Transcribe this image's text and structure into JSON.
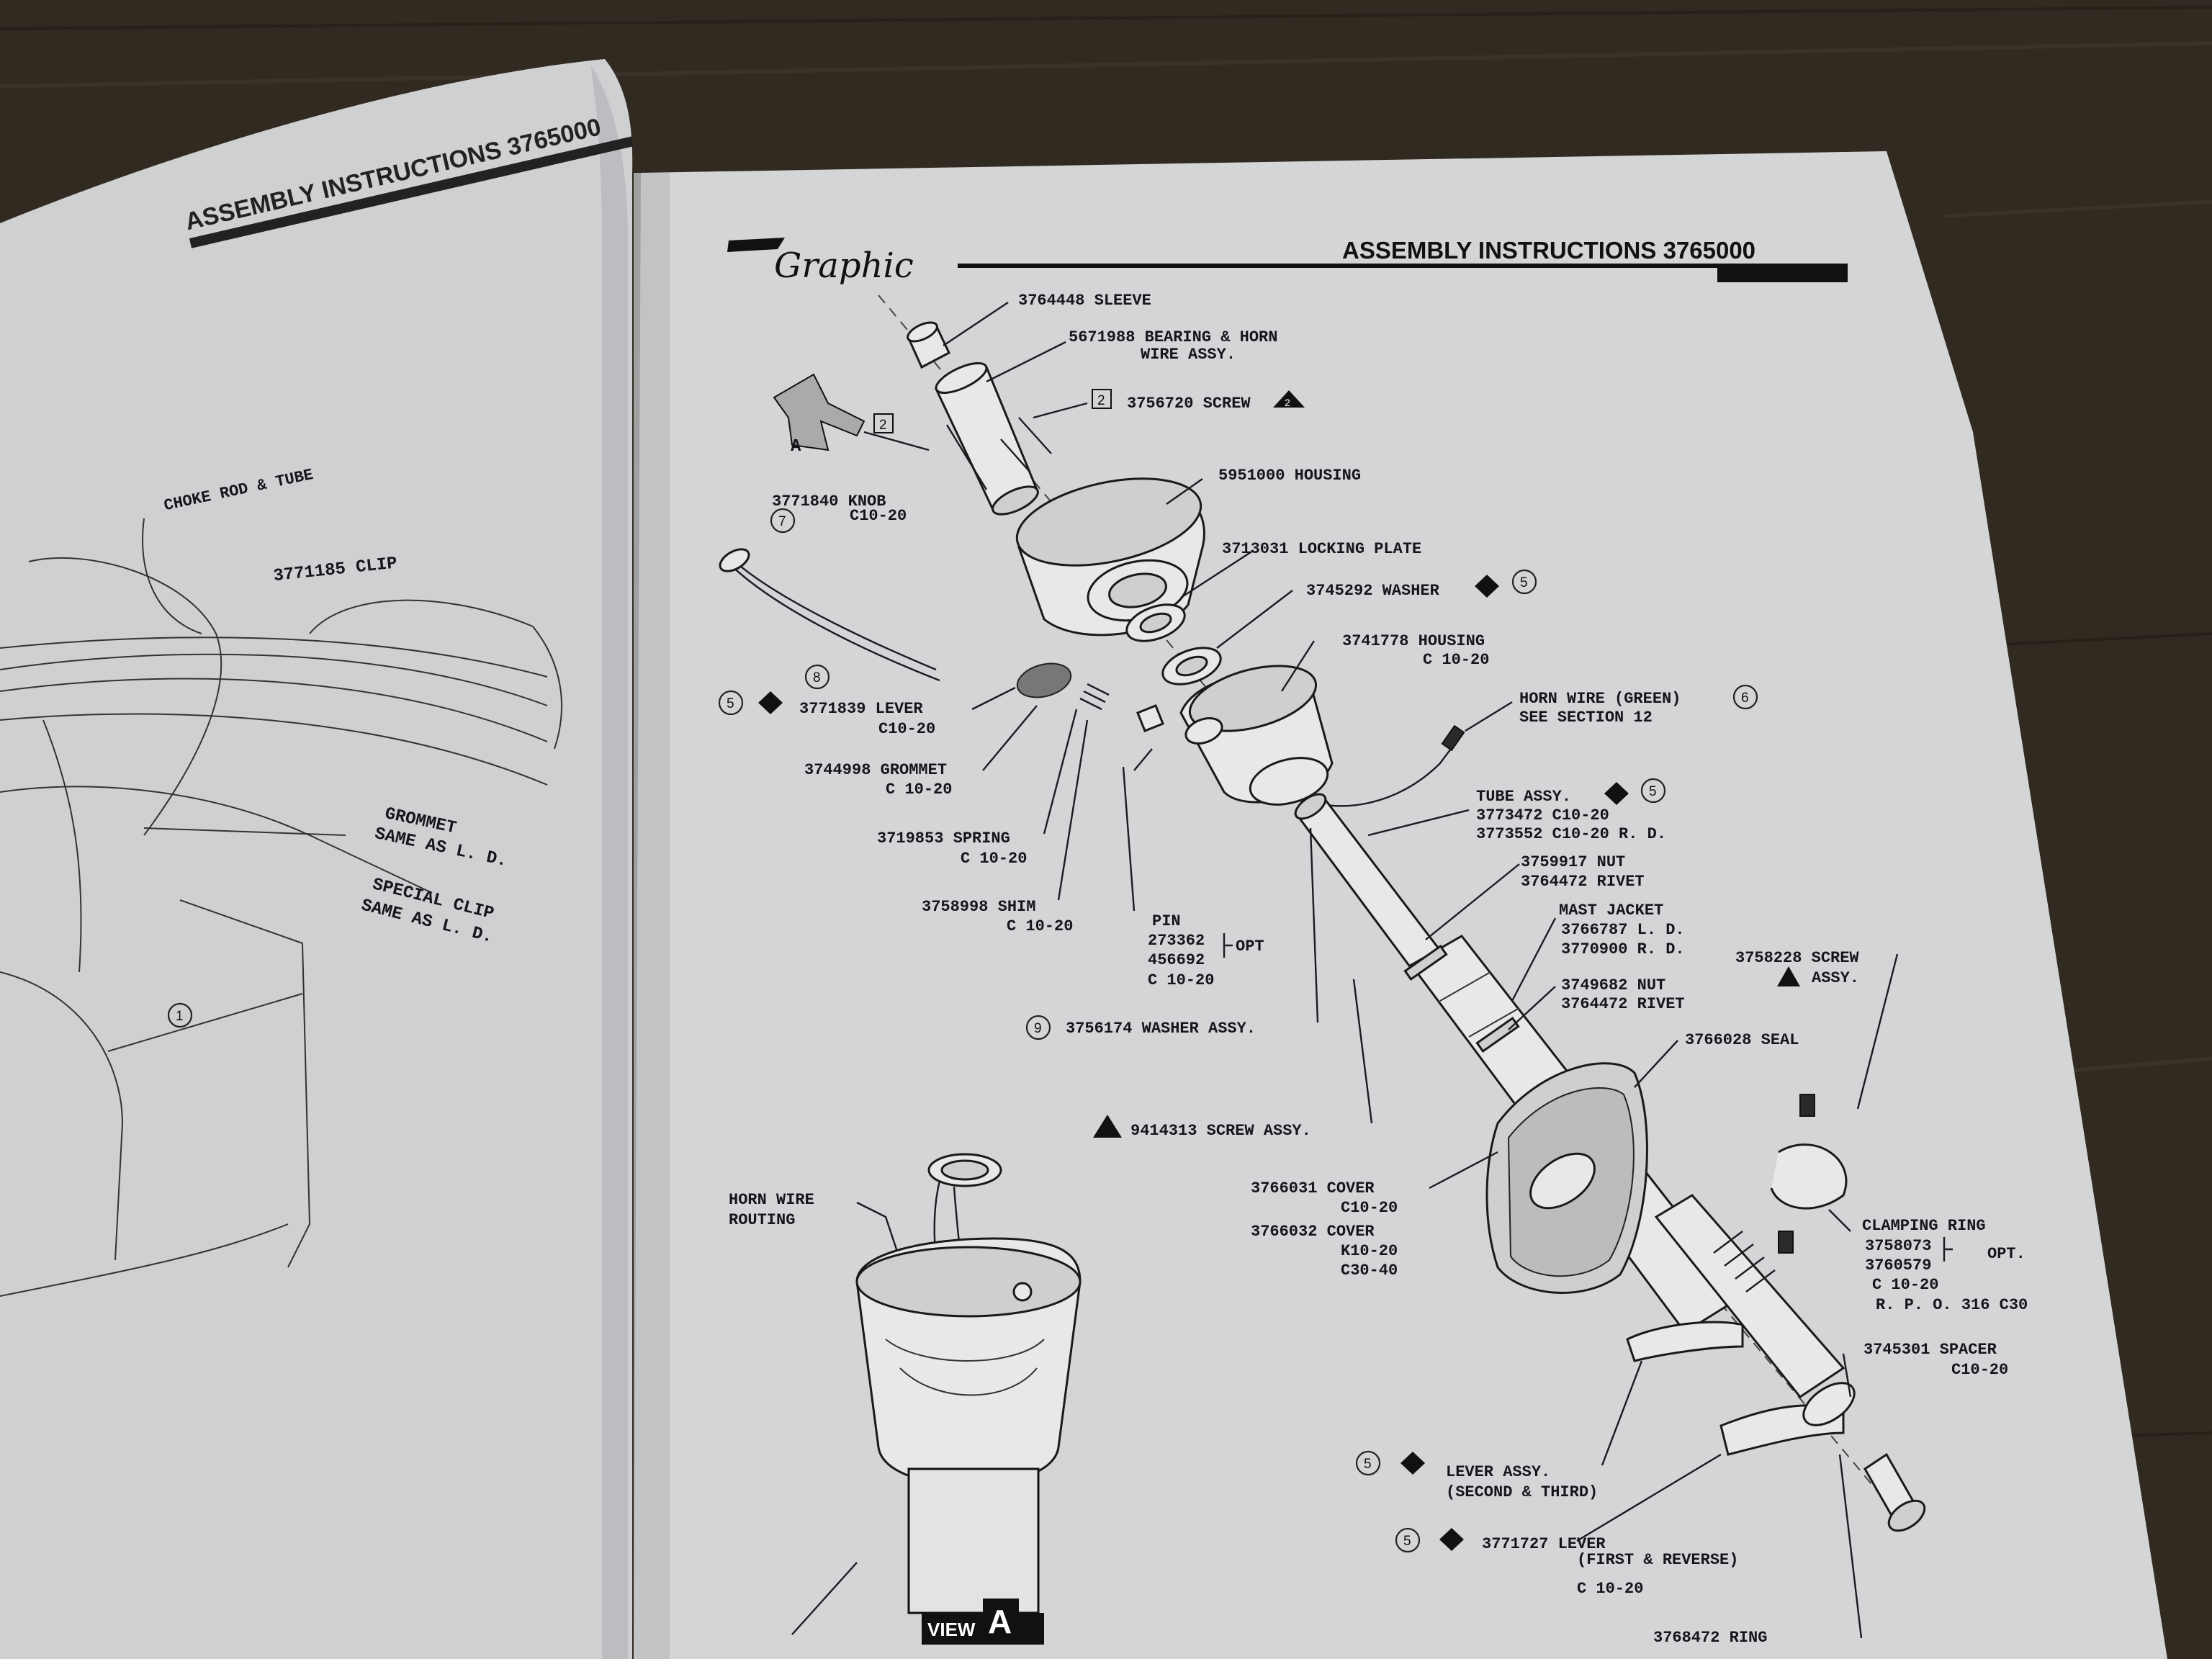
{
  "left_page": {
    "header_title": "ASSEMBLY INSTRUCTIONS 3765000",
    "labels": {
      "choke_rod": "CHOKE ROD & TUBE",
      "clip": "3771185 CLIP",
      "grommet_1": "GROMMET",
      "grommet_2": "SAME AS L. D.",
      "special_clip_1": "SPECIAL CLIP",
      "special_clip_2": "SAME AS L. D.",
      "callout": "1"
    }
  },
  "right_page": {
    "logo": "Graphic",
    "header_title": "ASSEMBLY INSTRUCTIONS 3765000",
    "view_arrow": "A",
    "labels": {
      "sleeve": "3764448 SLEEVE",
      "bearing_1": "5671988 BEARING & HORN",
      "bearing_2": "WIRE ASSY.",
      "screw_qty": "2",
      "screw": "3756720 SCREW",
      "screw_warn": "2",
      "screw_qty_left": "2",
      "housing1": "5951000 HOUSING",
      "knob_1": "3771840 KNOB",
      "knob_2": "C10-20",
      "knob_num": "7",
      "locking_plate": "3713031 LOCKING PLATE",
      "washer": "3745292 WASHER",
      "washer_num": "5",
      "housing2_1": "3741778 HOUSING",
      "housing2_2": "C 10-20",
      "lever_num8": "8",
      "lever_num5": "5",
      "lever_1": "3771839 LEVER",
      "lever_2": "C10-20",
      "horn_wire_1": "HORN WIRE (GREEN)",
      "horn_wire_2": "SEE SECTION 12",
      "horn_wire_num": "6",
      "grommet_1": "3744998 GROMMET",
      "grommet_2": "C 10-20",
      "tube_1": "TUBE ASSY.",
      "tube_num": "5",
      "tube_2": "3773472 C10-20",
      "tube_3": "3773552 C10-20 R. D.",
      "spring_1": "3719853 SPRING",
      "spring_2": "C 10-20",
      "nut1_1": "3759917 NUT",
      "nut1_2": "3764472 RIVET",
      "shim_1": "3758998 SHIM",
      "shim_2": "C 10-20",
      "mast_1": "MAST JACKET",
      "mast_2": "3766787  L. D.",
      "mast_3": "3770900  R. D.",
      "pin_1": "PIN",
      "pin_2": "273362",
      "pin_3": "456692",
      "pin_opt": "OPT",
      "pin_4": "C 10-20",
      "screw2_1": "3758228 SCREW",
      "screw2_2": "ASSY.",
      "nut2_1": "3749682 NUT",
      "nut2_2": "3764472 RIVET",
      "washer_assy": "3756174 WASHER ASSY.",
      "washer_assy_num": "9",
      "seal": "3766028 SEAL",
      "screw3": "9414313 SCREW ASSY.",
      "cover_1": "3766031 COVER",
      "cover_2": "C10-20",
      "cover_3": "3766032 COVER",
      "cover_4": "K10-20",
      "cover_5": "C30-40",
      "horn_routing_1": "HORN WIRE",
      "horn_routing_2": "ROUTING",
      "clamping_1": "CLAMPING RING",
      "clamping_2": "3758073",
      "clamping_3": "3760579",
      "clamping_opt": "OPT.",
      "clamping_4": "C 10-20",
      "clamping_5": "R. P. O. 316 C30",
      "spacer_1": "3745301 SPACER",
      "spacer_2": "C10-20",
      "lever_assy_num": "5",
      "lever_assy_1": "LEVER ASSY.",
      "lever_assy_2": "(SECOND & THIRD)",
      "lever3_num": "5",
      "lever3_1": "3771727 LEVER",
      "lever3_2": "(FIRST & REVERSE)",
      "lever3_3": "C 10-20",
      "ring": "3768472 RING",
      "view_label": "VIEW",
      "view_letter": "A"
    }
  }
}
